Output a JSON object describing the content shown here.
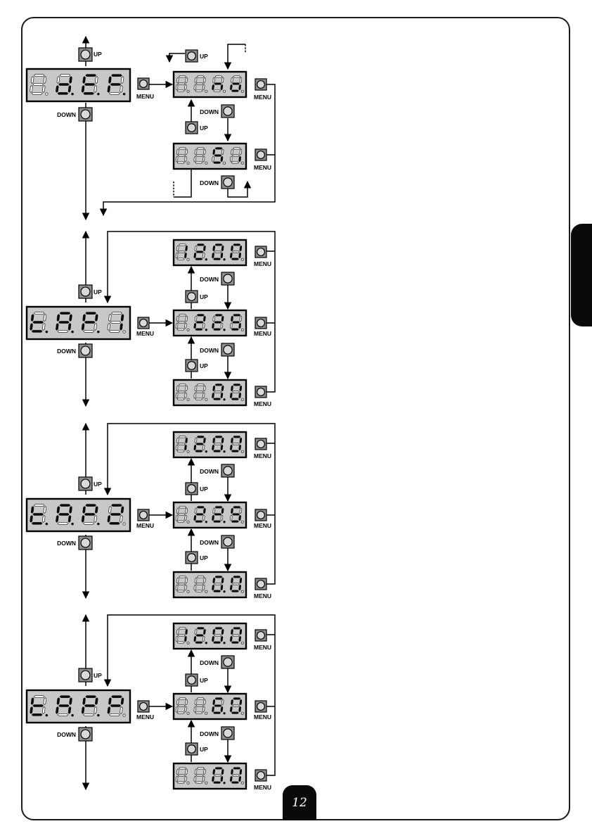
{
  "buttons": {
    "up": "UP",
    "down": "DOWN",
    "menu": "MENU"
  },
  "page_number": "12",
  "sections": [
    {
      "id": "def",
      "main_display": "d.E.F.",
      "values": [
        "no",
        "Si"
      ]
    },
    {
      "id": "tap1",
      "main_display": "t.A.P.1",
      "values": [
        "12.0.0",
        "2.2.5",
        "0.0"
      ]
    },
    {
      "id": "tap2",
      "main_display": "t.A.P.2",
      "values": [
        "12.0.0",
        "2.2.5",
        "0.0"
      ]
    },
    {
      "id": "tapp",
      "main_display": "t.A.P.P",
      "values": [
        "12.0.0",
        "6.0",
        "0.0"
      ]
    }
  ]
}
